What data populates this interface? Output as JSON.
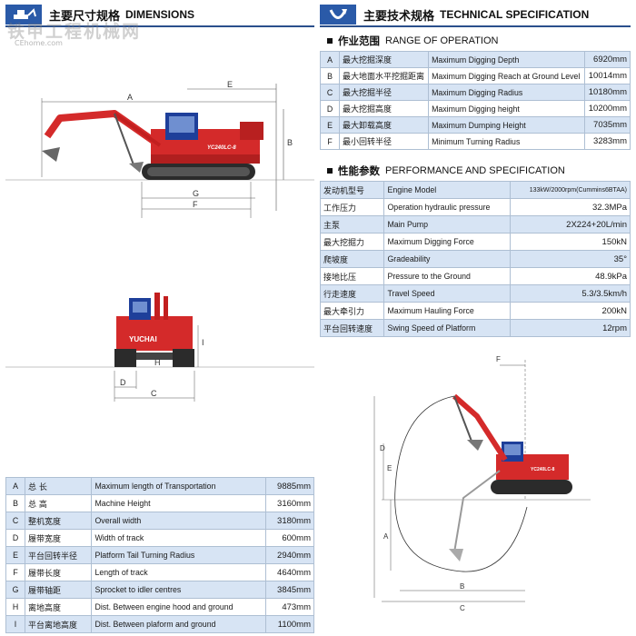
{
  "watermark": {
    "brand": "铁甲工程机械网",
    "url": "CEhome.com"
  },
  "dimensions": {
    "header_cn": "主要尺寸规格",
    "header_en": "DIMENSIONS",
    "badge_icon": "excavator-icon",
    "side_labels": {
      "a": "A",
      "b": "B",
      "e": "E",
      "f": "F",
      "g": "G"
    },
    "front_labels": {
      "c": "C",
      "d": "D",
      "h": "H",
      "i": "I"
    },
    "machine_model_text": "YC240LC-8",
    "brand_text": "YUCHAI",
    "rows": [
      {
        "key": "A",
        "cn": "总    长",
        "en": "Maximum length of Transportation",
        "value": "9885mm"
      },
      {
        "key": "B",
        "cn": "总    高",
        "en": "Machine Height",
        "value": "3160mm"
      },
      {
        "key": "C",
        "cn": "整机宽度",
        "en": "Overall width",
        "value": "3180mm"
      },
      {
        "key": "D",
        "cn": "履带宽度",
        "en": "Width of track",
        "value": "600mm"
      },
      {
        "key": "E",
        "cn": "平台回转半径",
        "en": "Platform Tail Turning Radius",
        "value": "2940mm"
      },
      {
        "key": "F",
        "cn": "履带长度",
        "en": "Length of track",
        "value": "4640mm"
      },
      {
        "key": "G",
        "cn": "履带轴距",
        "en": "Sprocket to idler centres",
        "value": "3845mm"
      },
      {
        "key": "H",
        "cn": "离地高度",
        "en": "Dist. Between engine hood and ground",
        "value": "473mm"
      },
      {
        "key": "I",
        "cn": "平台离地高度",
        "en": "Dist. Between plaform and ground",
        "value": "1100mm"
      }
    ]
  },
  "technical": {
    "header_cn": "主要技术规格",
    "header_en": "TECHNICAL SPECIFICATION",
    "badge_icon": "u-curve-icon",
    "range": {
      "title_cn": "作业范围",
      "title_en": "RANGE OF OPERATION",
      "rows": [
        {
          "key": "A",
          "cn": "最大挖掘深度",
          "en": "Maximum Digging Depth",
          "value": "6920mm"
        },
        {
          "key": "B",
          "cn": "最大地面水平挖掘距离",
          "en": "Maximum Digging Reach at Ground Level",
          "value": "10014mm"
        },
        {
          "key": "C",
          "cn": "最大挖掘半径",
          "en": "Maximum Digging Radius",
          "value": "10180mm"
        },
        {
          "key": "D",
          "cn": "最大挖掘高度",
          "en": "Maximum Digging height",
          "value": "10200mm"
        },
        {
          "key": "E",
          "cn": "最大卸载高度",
          "en": "Maximum Dumping Height",
          "value": "7035mm"
        },
        {
          "key": "F",
          "cn": "最小回转半径",
          "en": "Minimum Turning Radius",
          "value": "3283mm"
        }
      ]
    },
    "performance": {
      "title_cn": "性能参数",
      "title_en": "PERFORMANCE AND SPECIFICATION",
      "rows": [
        {
          "cn": "发动机型号",
          "en": "Engine Model",
          "value": "133kW/2000rpm(Cummins6BTAA)"
        },
        {
          "cn": "工作压力",
          "en": "Operation hydraulic pressure",
          "value": "32.3MPa"
        },
        {
          "cn": "主泵",
          "en": "Main Pump",
          "value": "2X224+20L/min"
        },
        {
          "cn": "最大挖掘力",
          "en": "Maximum Digging Force",
          "value": "150kN"
        },
        {
          "cn": "爬坡度",
          "en": "Gradeability",
          "value": "35°"
        },
        {
          "cn": "接地比压",
          "en": "Pressure to the Ground",
          "value": "48.9kPa"
        },
        {
          "cn": "行走速度",
          "en": "Travel Speed",
          "value": "5.3/3.5km/h"
        },
        {
          "cn": "最大牵引力",
          "en": "Maximum Hauling Force",
          "value": "200kN"
        },
        {
          "cn": "平台回转速度",
          "en": "Swing Speed of Platform",
          "value": "12rpm"
        }
      ]
    },
    "diagram_labels": {
      "a": "A",
      "b": "B",
      "c": "C",
      "d": "D",
      "e": "E",
      "f": "F"
    }
  },
  "colors": {
    "accent_blue": "#2a5aa8",
    "machine_red": "#d42a2a",
    "table_stripe": "#d7e4f4"
  }
}
